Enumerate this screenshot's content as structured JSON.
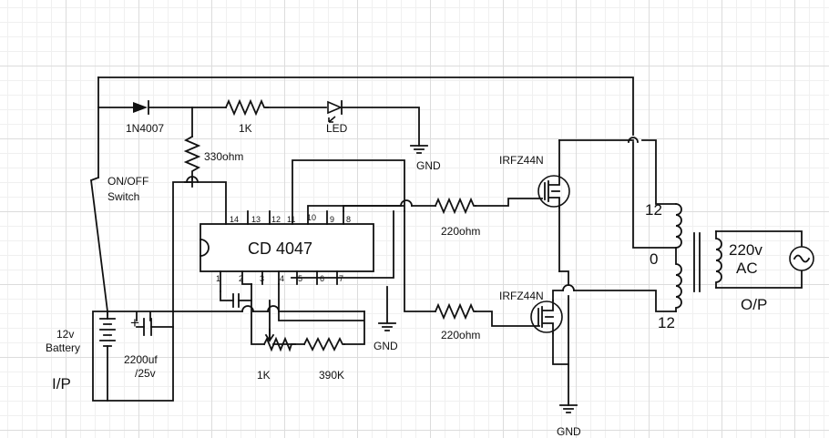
{
  "labels": {
    "diode": "1N4007",
    "r1k_top": "1K",
    "led": "LED",
    "gnd_led": "GND",
    "r330": "330ohm",
    "switch_line1": "ON/OFF",
    "switch_line2": "Switch",
    "ic": "CD 4047",
    "pin14": "14",
    "pin13": "13",
    "pin12": "12",
    "pin11": "11",
    "pin10": "10",
    "pin9": "9",
    "pin8": "8",
    "pin1": "1",
    "pin2": "2",
    "pin3": "3",
    "pin4": "4",
    "pin5": "5",
    "pin6": "6",
    "pin7": "7",
    "battery_line1": "12v",
    "battery_line2": "Battery",
    "cap_line1": "2200uf",
    "cap_line2": "/25v",
    "cap_plus": "+",
    "ip": "I/P",
    "pot": "1K",
    "r390": "390K",
    "gnd_timing": "GND",
    "r220_top": "220ohm",
    "r220_bot": "220ohm",
    "mosfet_top": "IRFZ44N",
    "mosfet_bot": "IRFZ44N",
    "gnd_mosfet": "GND",
    "tap_top": "12",
    "tap_mid": "0",
    "tap_bot": "12",
    "out_line1": "220v",
    "out_line2": "AC",
    "op": "O/P"
  }
}
